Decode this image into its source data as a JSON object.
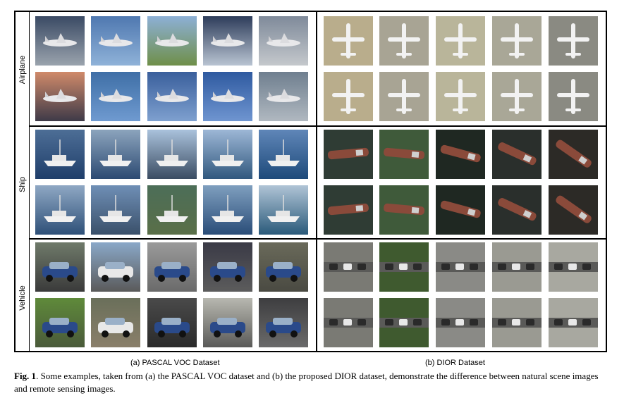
{
  "figure": {
    "row_labels": [
      "Airplane",
      "Ship",
      "Vehicle"
    ],
    "panel_a_caption": "(a) PASCAL VOC Dataset",
    "panel_b_caption": "(b) DIOR Dataset"
  },
  "caption": {
    "label": "Fig. 1",
    "text": ". Some examples, taken from (a) the PASCAL VOC dataset and (b) the proposed DIOR dataset, demonstrate the difference between natural scene images and remote sensing images."
  },
  "colors": {
    "frame": "#000000",
    "caption_text": "#000000"
  }
}
